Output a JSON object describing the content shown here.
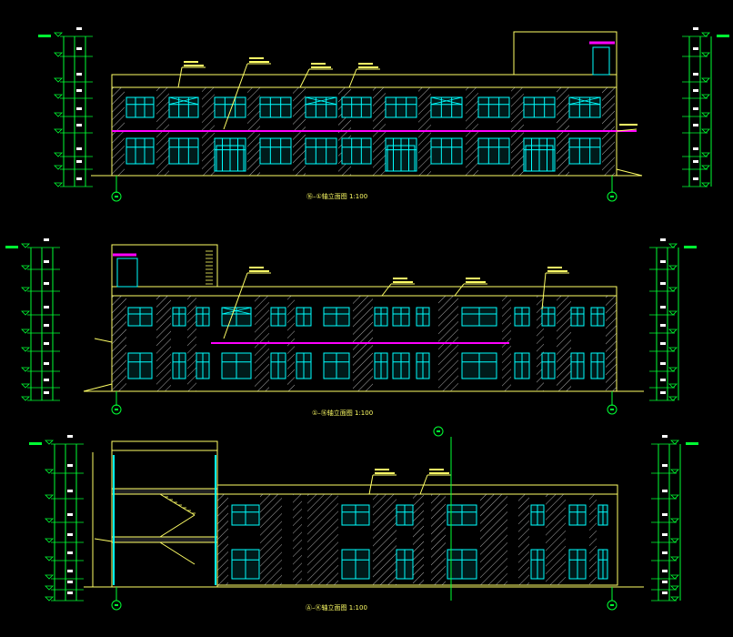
{
  "colors": {
    "background": "#000000",
    "outline": "#FFFF66",
    "window": "#00FFFF",
    "accent": "#FF00FF",
    "dimension": "#00FF33",
    "hatch": "#FFFFFF"
  },
  "views": [
    {
      "title": "⑯–①轴立面图 1:100"
    },
    {
      "title": "①–⑯轴立面图 1:100"
    },
    {
      "title": "Ⓐ–Ⓚ轴立面图 1:100"
    }
  ]
}
